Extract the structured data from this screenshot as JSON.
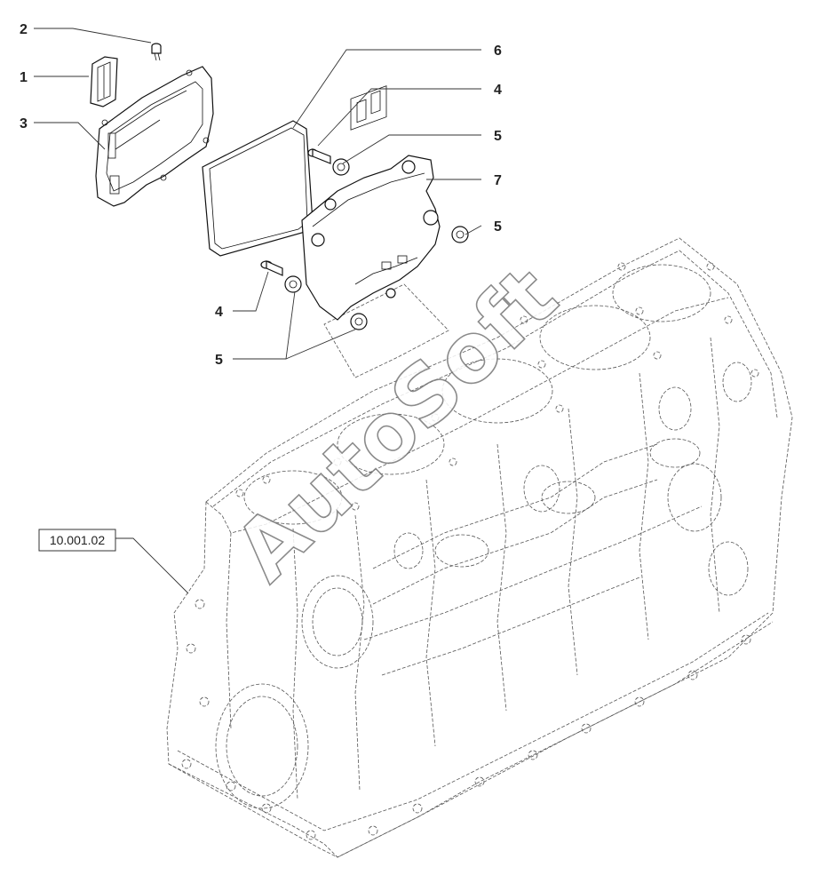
{
  "callouts": {
    "c1": "1",
    "c2": "2",
    "c3": "3",
    "c4a": "4",
    "c4b": "4",
    "c5a": "5",
    "c5b": "5",
    "c5c": "5",
    "c6": "6",
    "c7": "7"
  },
  "reference_box": "10.001.02",
  "watermark": "AutoSoft"
}
